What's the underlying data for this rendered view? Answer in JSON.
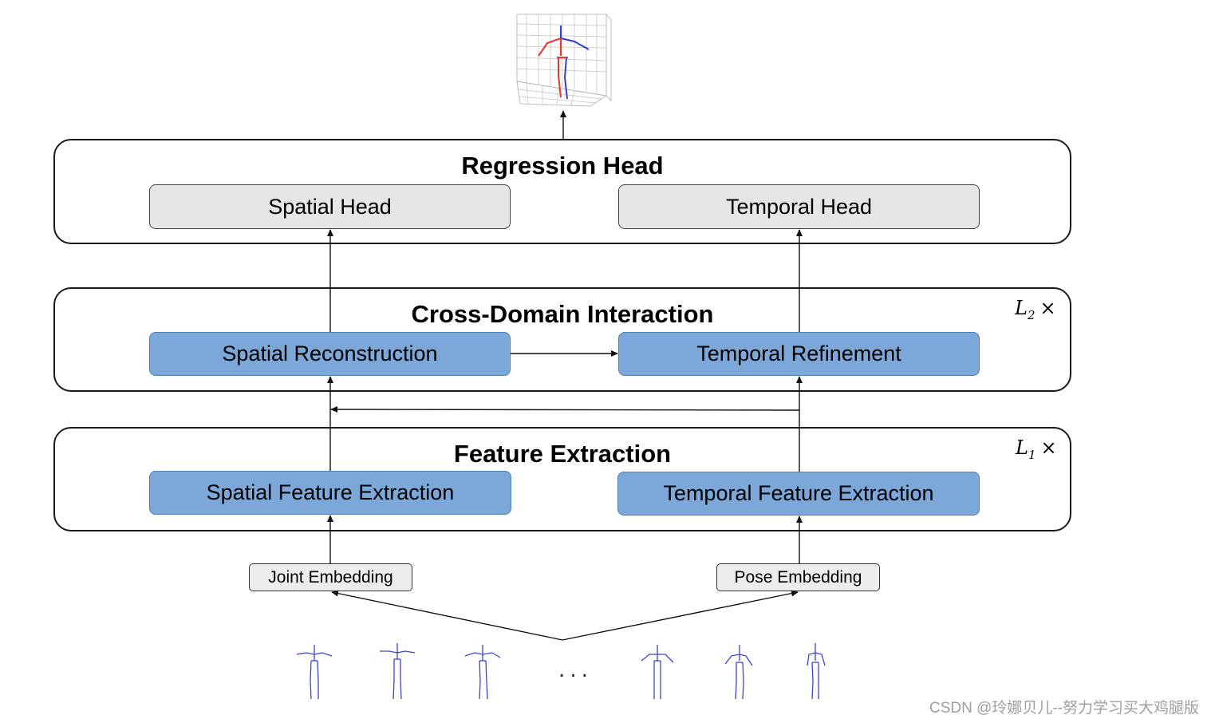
{
  "regression": {
    "title": "Regression Head",
    "spatial": "Spatial Head",
    "temporal": "Temporal Head"
  },
  "cross": {
    "title": "Cross-Domain Interaction",
    "spatial": "Spatial Reconstruction",
    "temporal": "Temporal Refinement",
    "repeat_symbol": "L",
    "repeat_index": "2",
    "repeat_times": "×"
  },
  "feature": {
    "title": "Feature Extraction",
    "spatial": "Spatial Feature Extraction",
    "temporal": "Temporal Feature Extraction",
    "repeat_symbol": "L",
    "repeat_index": "1",
    "repeat_times": "×"
  },
  "embedding": {
    "joint": "Joint Embedding",
    "pose": "Pose Embedding"
  },
  "ellipsis": "...",
  "watermark": "CSDN @玲娜贝儿--努力学习买大鸡腿版",
  "colors": {
    "blue_box": "#7ba7d9",
    "grey_box": "#e6e6e6",
    "skeleton_right": "#e8372e",
    "skeleton_left": "#2d3fd6"
  }
}
